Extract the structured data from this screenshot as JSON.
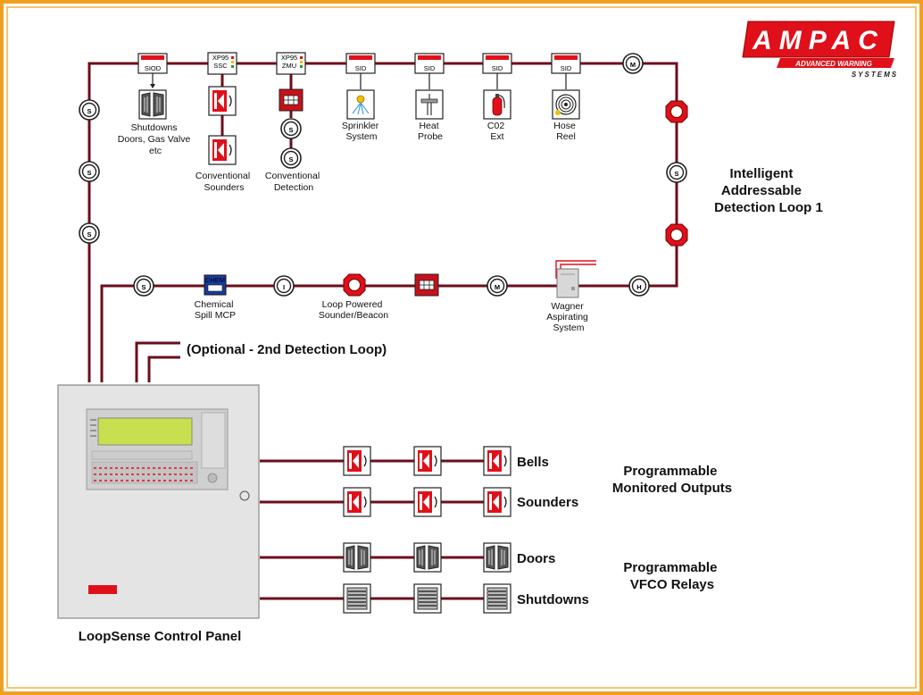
{
  "brand": {
    "name": "AMPAC",
    "tagline_1": "ADVANCED WARNING",
    "tagline_2": "SYSTEMS"
  },
  "loop": {
    "title_lines": [
      "Intelligent",
      "Addressable",
      "Detection Loop 1"
    ]
  },
  "devices": {
    "siod_tag": "SIOD",
    "ssc_tag_top": "XP95",
    "ssc_tag": "SSC",
    "zmu_tag_top": "XP95",
    "zmu_tag": "ZMU",
    "sid_tag": "SID",
    "shutdowns_label": [
      "Shutdowns",
      "Doors, Gas Valve",
      "etc"
    ],
    "conv_sounders_label": [
      "Conventional",
      "Sounders"
    ],
    "conv_detection_label": [
      "Conventional",
      "Detection"
    ],
    "sprinkler_label": [
      "Sprinkler",
      "System"
    ],
    "heat_label": [
      "Heat",
      "Probe"
    ],
    "co2_label": [
      "C02",
      "Ext"
    ],
    "hose_label": [
      "Hose",
      "Reel"
    ],
    "chemical_label": [
      "Chemical",
      "Spill MCP"
    ],
    "chem_tag": "CHEM",
    "sounder_beacon_label": [
      "Loop Powered",
      "Sounder/Beacon"
    ],
    "wagner_label": [
      "Wagner",
      "Aspirating",
      "System"
    ],
    "smoke_symbol": "S",
    "ionisation_symbol": "I",
    "module_symbol": "M",
    "heat_symbol": "H"
  },
  "optional_loop": "(Optional - 2nd Detection Loop)",
  "panel": {
    "label": "LoopSense Control Panel"
  },
  "outputs": {
    "rows": [
      "Bells",
      "Sounders",
      "Doors",
      "Shutdowns"
    ],
    "monitored_title": [
      "Programmable",
      "Monitored Outputs"
    ],
    "relays_title": [
      "Programmable",
      "VFCO Relays"
    ]
  },
  "colors": {
    "wire": "#6b0d1c",
    "frame": "#f0a020",
    "red": "#e0101a"
  }
}
